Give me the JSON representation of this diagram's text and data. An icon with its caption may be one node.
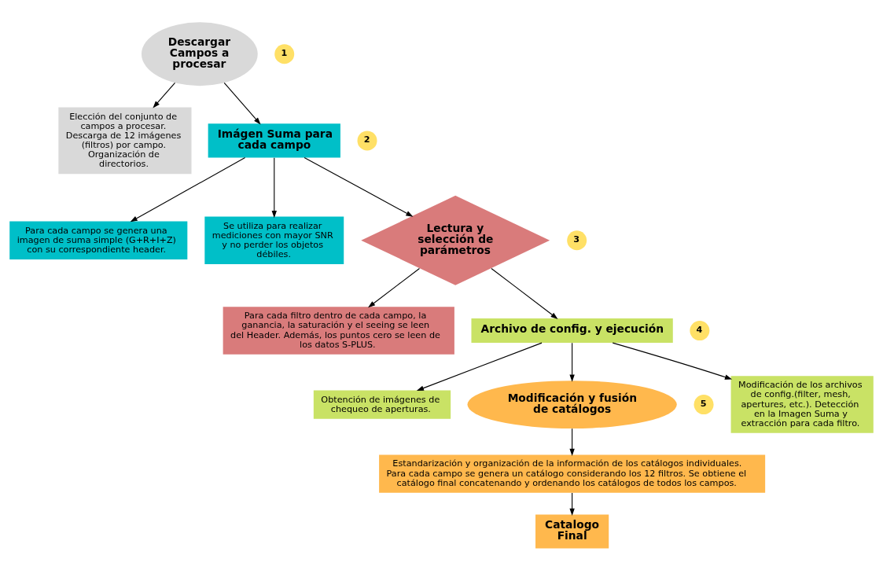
{
  "diagram": {
    "nodes": [
      {
        "text": [
          "Descargar Campos a procesar"
        ]
      },
      {
        "text": [
          "1"
        ]
      },
      {
        "text": [
          "Para cada campo se genera una imagen de suma simple (G+R+I+Z) con su correspondiente header."
        ]
      },
      {
        "text": [
          "Elección del conjunto de campos a procesar. Descarga de 12 imágenes (filtros) por campo. Organización de directorios."
        ]
      },
      {
        "text": [
          "Imágen Suma para cada campo"
        ]
      },
      {
        "text": [
          "2"
        ]
      },
      {
        "text": [
          "Se utiliza para realizar mediciones con mayor SNR y no perder los objetos débiles."
        ]
      },
      {
        "text": [
          "Para cada filtro dentro de cada campo, la ganancia, la saturación y el seeing se leen del Header. Además, los puntos cero se leen de los datos S-PLUS."
        ]
      },
      {
        "text": [
          "3"
        ]
      },
      {
        "text": [
          "Lectura y selección de parámetros"
        ]
      },
      {
        "text": [
          "Obtención de imágenes de chequeo de aperturas."
        ]
      },
      {
        "text": [
          "Archivo de config. y ejecución"
        ]
      },
      {
        "text": [
          "4"
        ]
      },
      {
        "text": [
          "Modificación y fusión de catálogos"
        ]
      },
      {
        "text": [
          "5"
        ]
      },
      {
        "text": [
          "Catalogo Final"
        ]
      },
      {
        "text": [
          "Modificación de los archivos de config.(filter, mesh, apertures, etc.). Detección en la Imagen Suma y extracción para cada filtro."
        ]
      },
      {
        "text": [
          "Estandarización y organización de la información de los catálogos individuales. Para cada campo se genera un catálogo considerando los 12 filtros. Se obtiene el catálogo final concatenando y ordenando los catálogos de todos los campos."
        ]
      }
    ],
    "edges": [
      {
        "from": 0,
        "to": 3,
        "arrow": "to"
      },
      {
        "from": 0,
        "to": 4,
        "arrow": "to"
      },
      {
        "from": 4,
        "to": 2,
        "arrow": "to"
      },
      {
        "from": 4,
        "to": 6,
        "arrow": "to"
      },
      {
        "from": 4,
        "to": 9,
        "arrow": "to"
      },
      {
        "from": 9,
        "to": 7,
        "arrow": "to"
      },
      {
        "from": 9,
        "to": 11,
        "arrow": "to"
      },
      {
        "from": 11,
        "to": 10,
        "arrow": "to"
      },
      {
        "from": 11,
        "to": 16,
        "arrow": "to"
      },
      {
        "from": 11,
        "to": 13,
        "arrow": "to"
      },
      {
        "from": 13,
        "to": 17,
        "arrow": "to"
      },
      {
        "from": 17,
        "to": 15,
        "arrow": "to"
      }
    ]
  }
}
